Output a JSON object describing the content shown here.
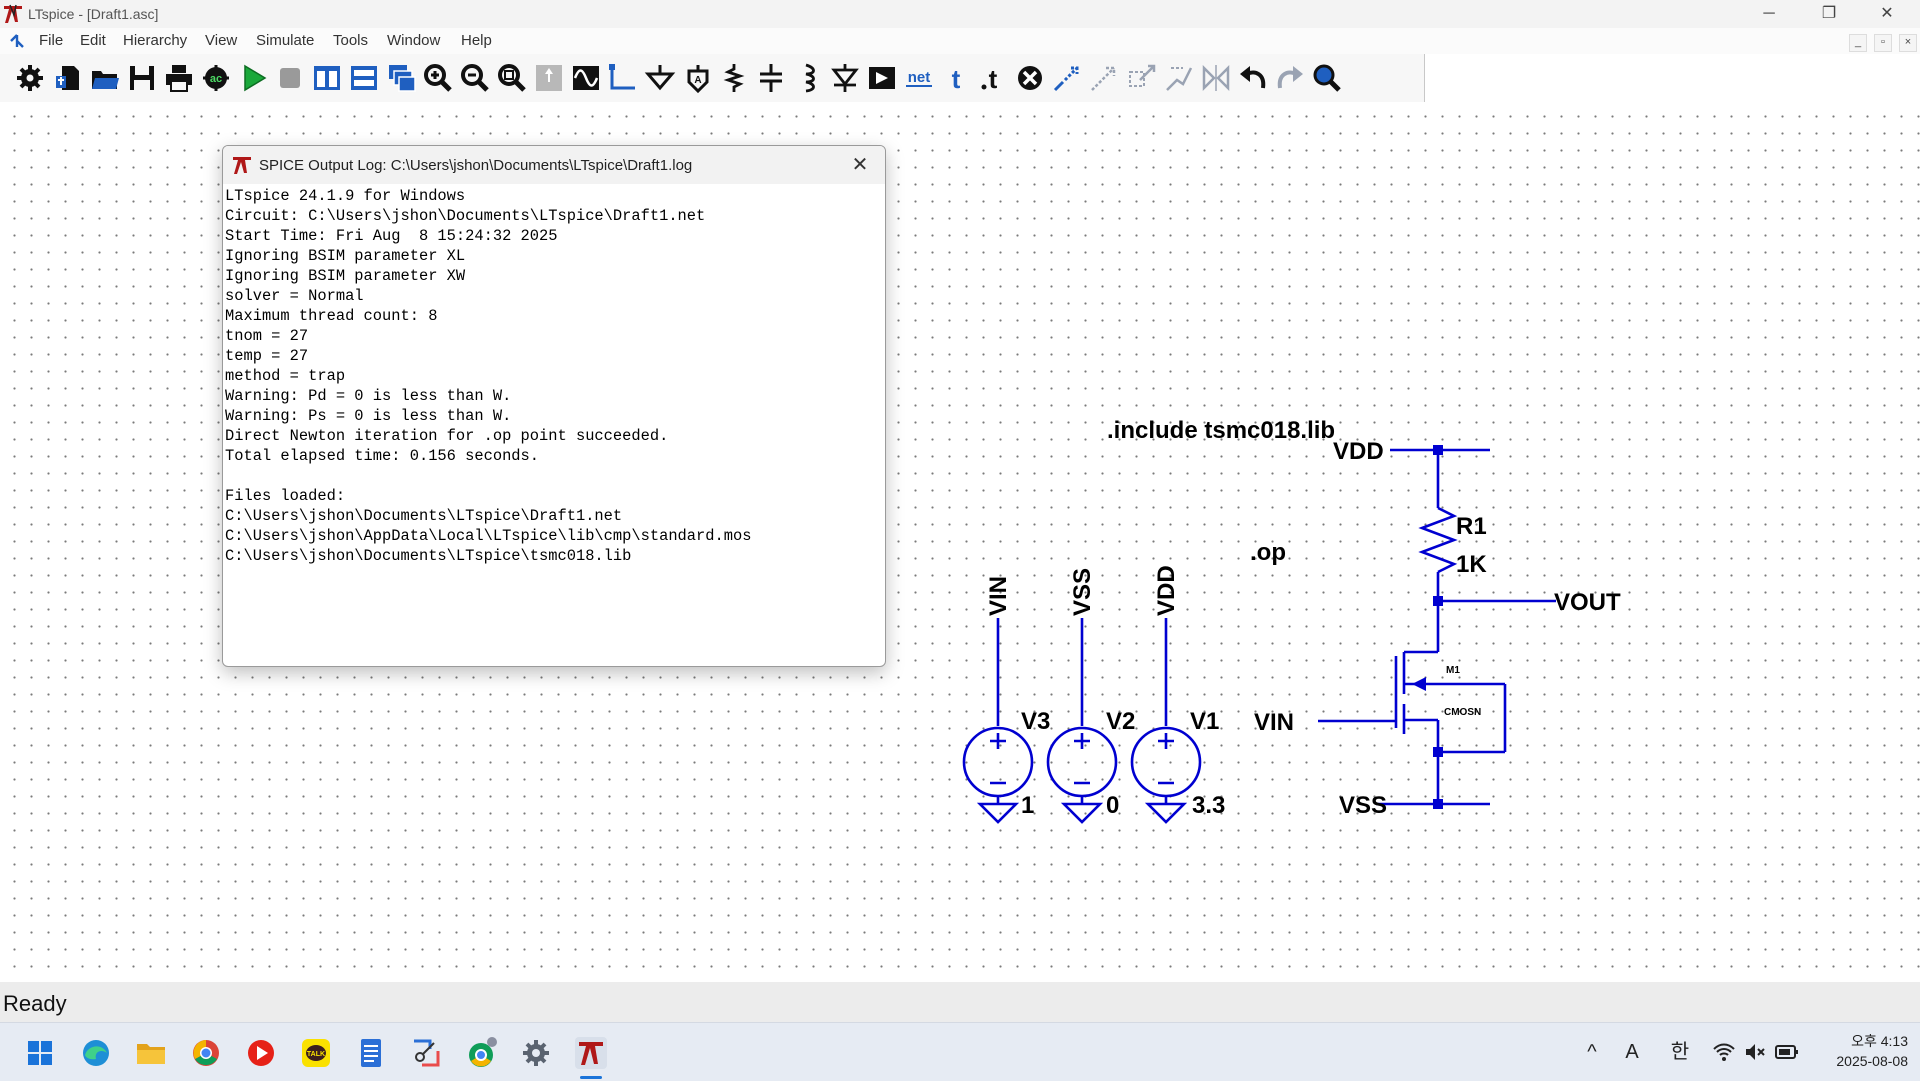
{
  "window": {
    "title": "LTspice - [Draft1.asc]",
    "minimize": "─",
    "maximize": "❐",
    "close": "✕"
  },
  "menu": {
    "items": [
      "File",
      "Edit",
      "Hierarchy",
      "View",
      "Simulate",
      "Tools",
      "Window",
      "Help"
    ],
    "mdi": [
      "_",
      "▫",
      "×"
    ]
  },
  "toolbar": {
    "ac_label": "ac",
    "net_label": "net",
    "t_label": "t"
  },
  "log": {
    "title": "SPICE Output Log: C:\\Users\\jshon\\Documents\\LTspice\\Draft1.log",
    "close": "✕",
    "lines": [
      "LTspice 24.1.9 for Windows",
      "Circuit: C:\\Users\\jshon\\Documents\\LTspice\\Draft1.net",
      "Start Time: Fri Aug  8 15:24:32 2025",
      "Ignoring BSIM parameter XL",
      "Ignoring BSIM parameter XW",
      "solver = Normal",
      "Maximum thread count: 8",
      "tnom = 27",
      "temp = 27",
      "method = trap",
      "Warning: Pd = 0 is less than W.",
      "Warning: Ps = 0 is less than W.",
      "Direct Newton iteration for .op point succeeded.",
      "Total elapsed time: 0.156 seconds.",
      "",
      "Files loaded:",
      "C:\\Users\\jshon\\Documents\\LTspice\\Draft1.net",
      "C:\\Users\\jshon\\AppData\\Local\\LTspice\\lib\\cmp\\standard.mos",
      "C:\\Users\\jshon\\Documents\\LTspice\\tsmc018.lib"
    ]
  },
  "schematic": {
    "directive_include": ".include tsmc018.lib",
    "directive_op": ".op",
    "sources": [
      {
        "name": "V3",
        "value": "1",
        "net": "VIN"
      },
      {
        "name": "V2",
        "value": "0",
        "net": "VSS"
      },
      {
        "name": "V1",
        "value": "3.3",
        "net": "VDD"
      }
    ],
    "resistor": {
      "name": "R1",
      "value": "1K"
    },
    "mosfet": {
      "name": "M1",
      "model": "CMOSN"
    },
    "labels": {
      "vdd": "VDD",
      "vout": "VOUT",
      "vin": "VIN",
      "vss": "VSS"
    },
    "wire_color": "#0000d0"
  },
  "status": {
    "text": "Ready"
  },
  "tray": {
    "chevron": "^",
    "ime_a": "A",
    "ime_han": "한",
    "clock_time": "오후 4:13",
    "clock_date": "2025-08-08"
  }
}
